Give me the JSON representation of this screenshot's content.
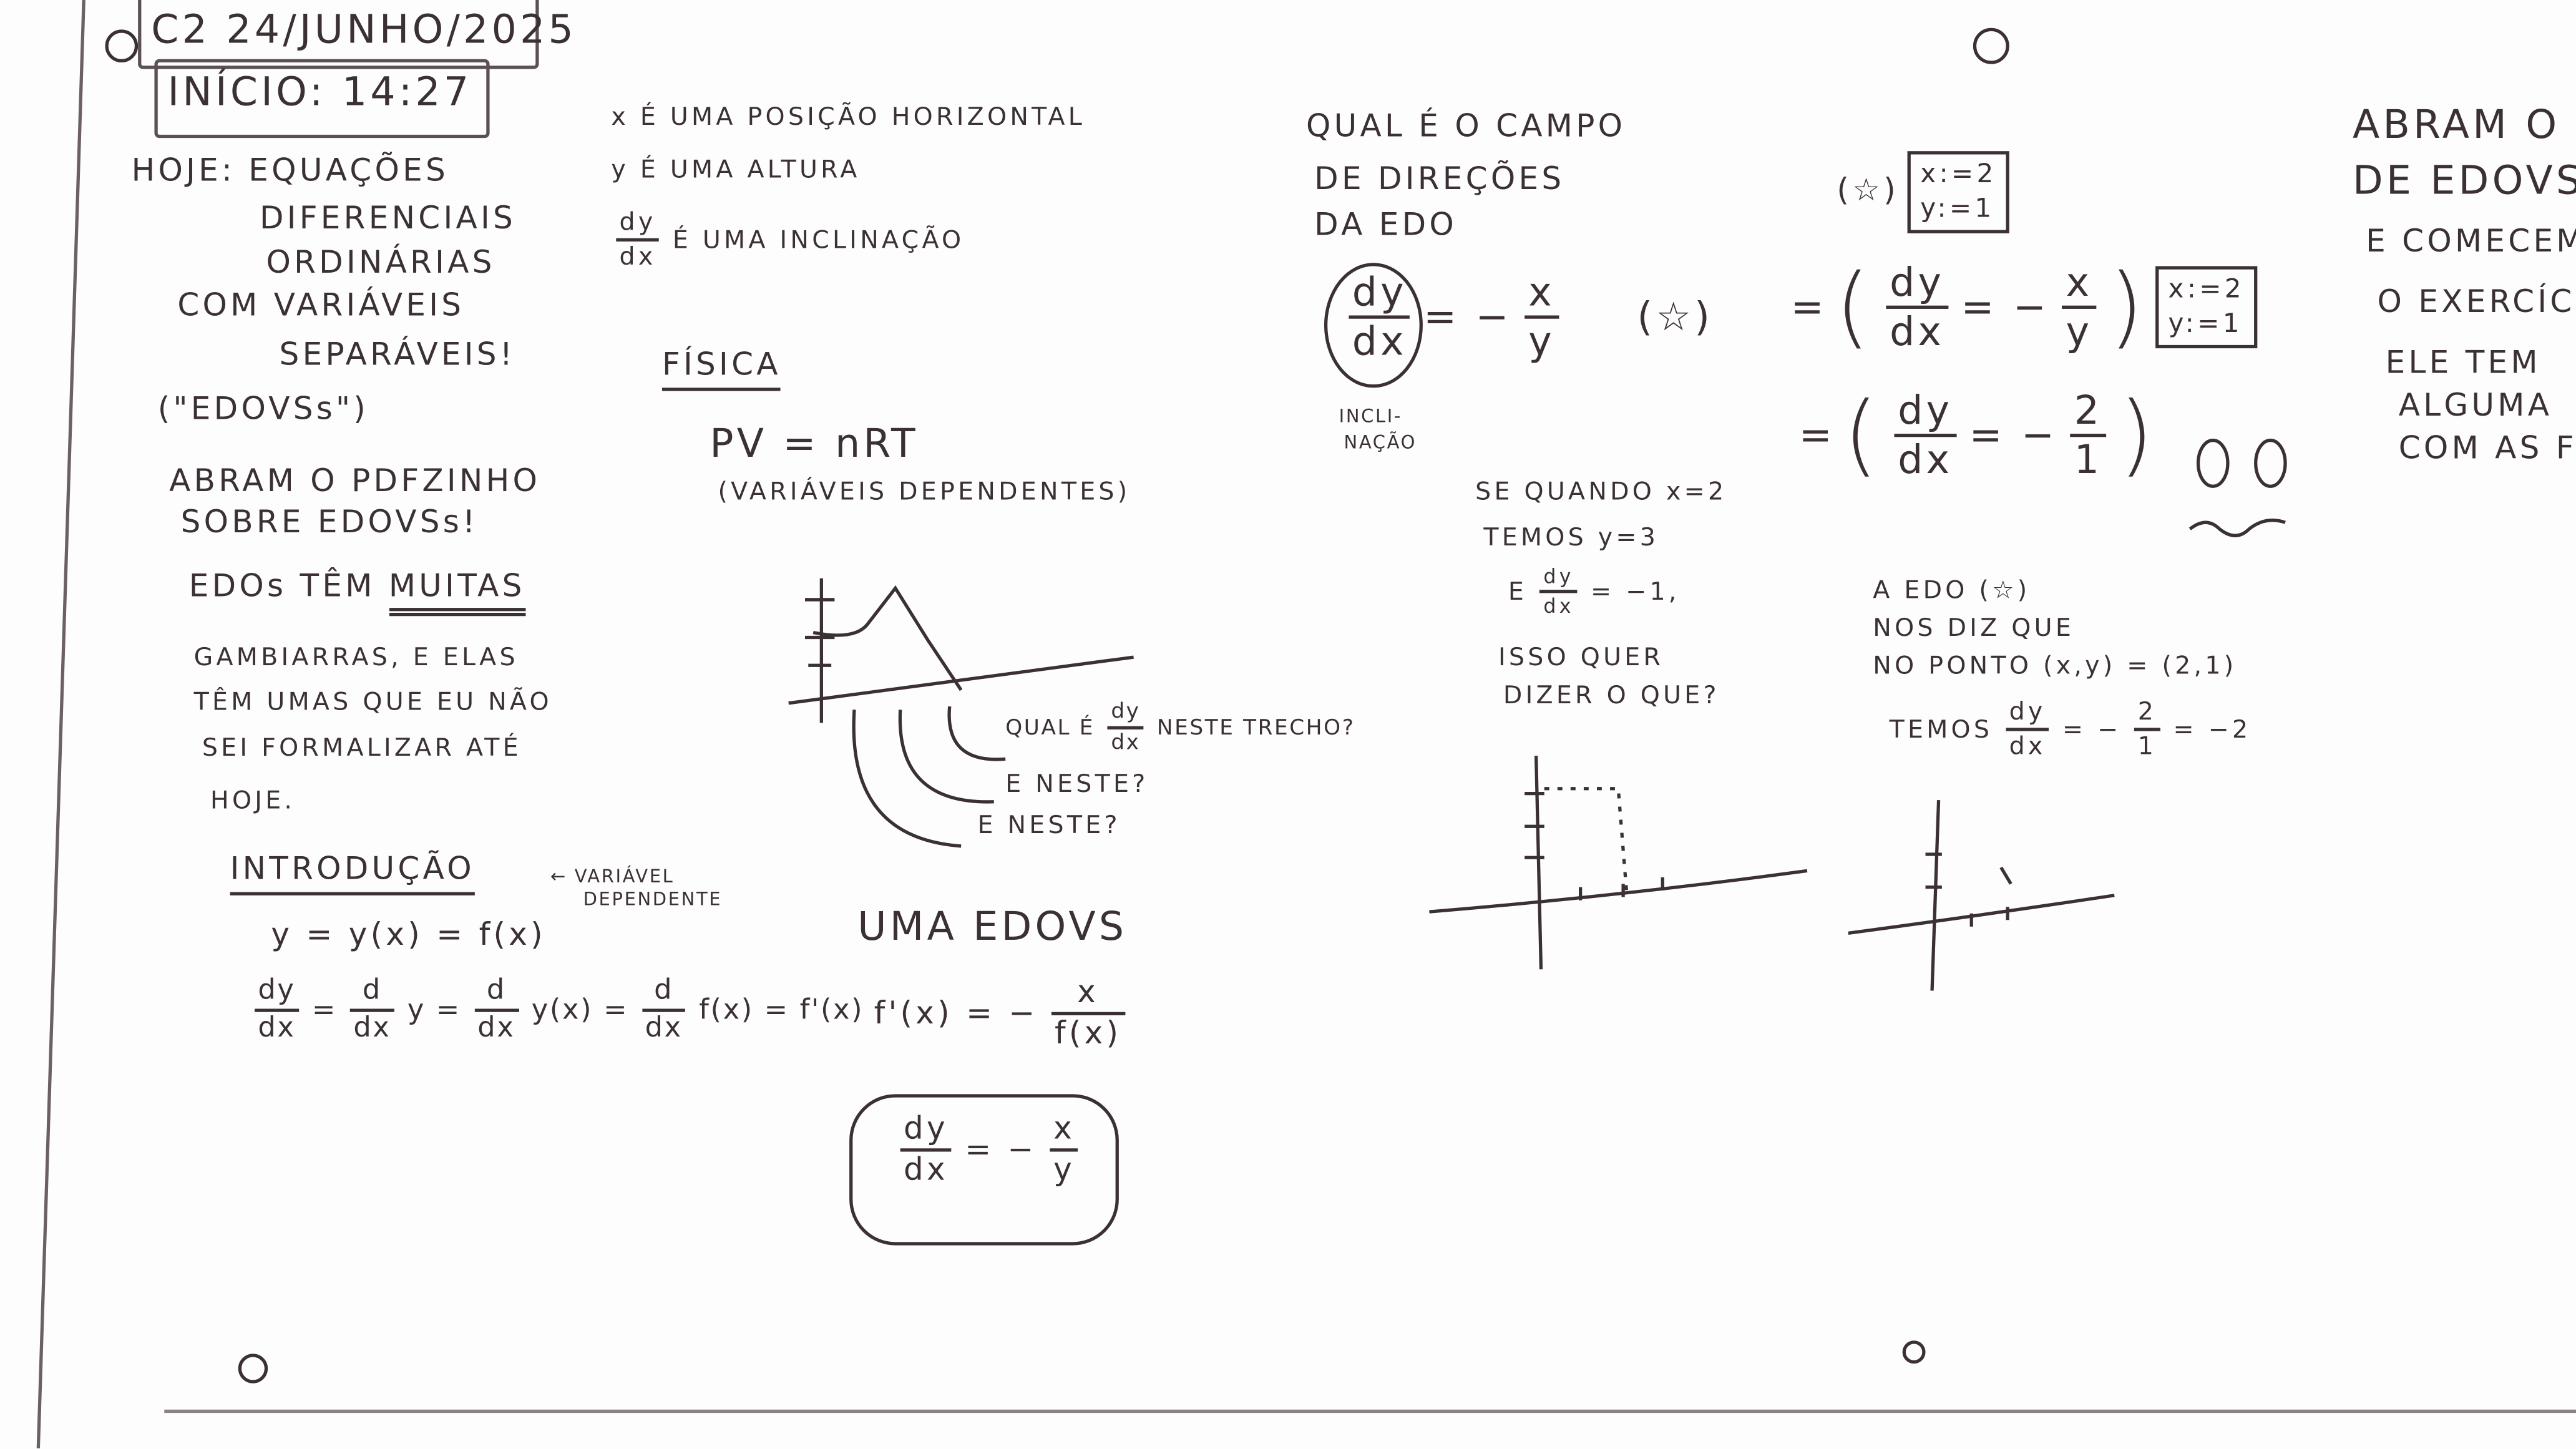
{
  "header": {
    "date": "C2 24/JUNHO/2025",
    "start": "INÍCIO: 14:27"
  },
  "col1": {
    "today_lines": [
      "HOJE: EQUAÇÕES",
      "DIFERENCIAIS",
      "ORDINÁRIAS",
      "COM VARIÁVEIS",
      "SEPARÁVEIS!",
      "(\"EDOVSs\")"
    ],
    "open_pdf": [
      "ABRAM O PDFZINHO",
      "SOBRE EDOVSs!"
    ],
    "edos_have": "EDOs TÊM",
    "many": "MUITAS",
    "hacks": [
      "GAMBIARRAS, E ELAS",
      "TÊM UMAS QUE EU NÃO",
      "SEI FORMALIZAR ATÉ",
      "HOJE."
    ],
    "intro_title": "INTRODUÇÃO",
    "intro_eq": "y = y(x) = f(x)",
    "dependent_note": [
      "← VARIÁVEL",
      "DEPENDENTE"
    ],
    "deriv": {
      "dy": "dy",
      "dx": "dx",
      "d": "d",
      "eq": "=",
      "y": "y =",
      "yx": "y(x) =",
      "fx": "f(x) = f'(x)"
    }
  },
  "col2": {
    "x_def": "x É UMA POSIÇÃO HORIZONTAL",
    "y_def": "y É UMA ALTURA",
    "dydx_def": "É UMA INCLINAÇÃO",
    "physics_title": "FÍSICA",
    "physics_eq": "PV = nRT",
    "physics_note": "(VARIÁVEIS DEPENDENTES)",
    "q_what": "QUAL É",
    "q_stretch": "NESTE TRECHO?",
    "q_this1": "E NESTE?",
    "q_this2": "E NESTE?",
    "edovs_title": "UMA EDOVS",
    "fprime": "f'(x) = −",
    "x": "x",
    "fx": "f(x)",
    "y": "y",
    "minus": "= −"
  },
  "col3": {
    "question": [
      "QUAL É O CAMPO",
      "DE DIREÇÕES",
      "DA EDO"
    ],
    "eq_minus": "= −",
    "star": "(☆)",
    "slope_label": [
      "INCLI-",
      "NAÇÃO"
    ],
    "example": [
      "SE QUANDO x=2",
      "TEMOS y=3"
    ],
    "e": "E",
    "eq_m1": "= −1,",
    "meaning": [
      "ISSO QUER",
      "DIZER O QUE?"
    ]
  },
  "col4": {
    "star": "(☆)",
    "subs": [
      "x:=2",
      "y:=1"
    ],
    "eq": "=",
    "minus": "= −",
    "two": "2",
    "one": "1",
    "conclusion": [
      "A EDO (☆)",
      "NOS DIZ QUE",
      "NO PONTO (x,y) = (2,1)"
    ],
    "temos": "TEMOS",
    "result": "= −2"
  },
  "col5": {
    "lines": [
      "ABRAM O PD",
      "DE EDOVSs",
      "E COMECEM",
      "O EXERCÍCIO",
      "ELE TEM",
      "ALGUMA",
      "COM AS F"
    ]
  }
}
